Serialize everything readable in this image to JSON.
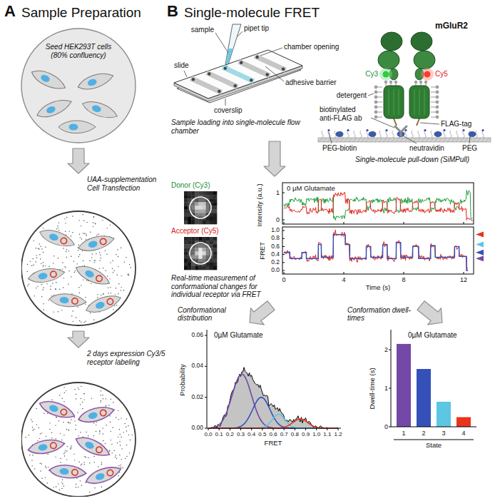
{
  "diagram": {
    "nodes": [
      {
        "text": [
          "Seed HEK293T cells (80% confluency)"
        ]
      },
      {
        "text": [
          "UAA-supplementation Cell Transfection"
        ]
      },
      {
        "text": [
          "2 days expression Cy3/5 receptor labeling"
        ]
      },
      {
        "text": [
          "Sample loading into single-molecule flow chamber"
        ]
      },
      {
        "text": [
          "Single-molecule pull-down (SiMPull)"
        ]
      },
      {
        "text": [
          "Real-time measurement of conformational changes for individual receptor via FRET"
        ]
      },
      {
        "text": [
          "0µM Glutamate"
        ]
      },
      {
        "text": [
          "0µM Glutamate"
        ]
      }
    ],
    "edges": [
      {
        "from": 0,
        "to": 1,
        "arrow": "to"
      },
      {
        "from": 1,
        "to": 2,
        "arrow": "to"
      },
      {
        "from": 3,
        "to": 5,
        "arrow": "to"
      },
      {
        "from": 5,
        "to": 6,
        "label": "Conformational distribution",
        "arrow": "to"
      },
      {
        "from": 5,
        "to": 7,
        "label": "Conformation dwell-times",
        "arrow": "to"
      }
    ],
    "labels": [
      "A",
      "Sample Preparation",
      "B",
      "Single-molecule FRET",
      "sample",
      "pipet tip",
      "chamber opening",
      "slide",
      "adhesive barrier",
      "coverslip",
      "mGluR2",
      "Cy3",
      "Cy5",
      "detergent",
      "biotinylated anti-FLAG ab",
      "FLAG-tag",
      "PEG-biotin",
      "neutravidin",
      "PEG",
      "Donor (Cy3)",
      "Acceptor (Cy5)",
      "0 µM Glutamate",
      "Intensity (a.u.)",
      "1",
      "0",
      "FRET",
      "1.0",
      "0.8",
      "0.6",
      "0.4",
      "0.2",
      "0.0",
      "0",
      "4",
      "8",
      "12",
      "Time (s)",
      "Probability",
      "0.06",
      "0.04",
      "0.02",
      "0.00",
      "0.0",
      "0.1",
      "0.2",
      "0.3",
      "0.4",
      "0.5",
      "0.6",
      "0.7",
      "0.8",
      "0.9",
      "1.0",
      "1.1",
      "1.2",
      "FRET",
      "Dwell-time (s)",
      "2",
      "1",
      "0",
      "1",
      "2",
      "3",
      "4",
      "State"
    ]
  }
}
